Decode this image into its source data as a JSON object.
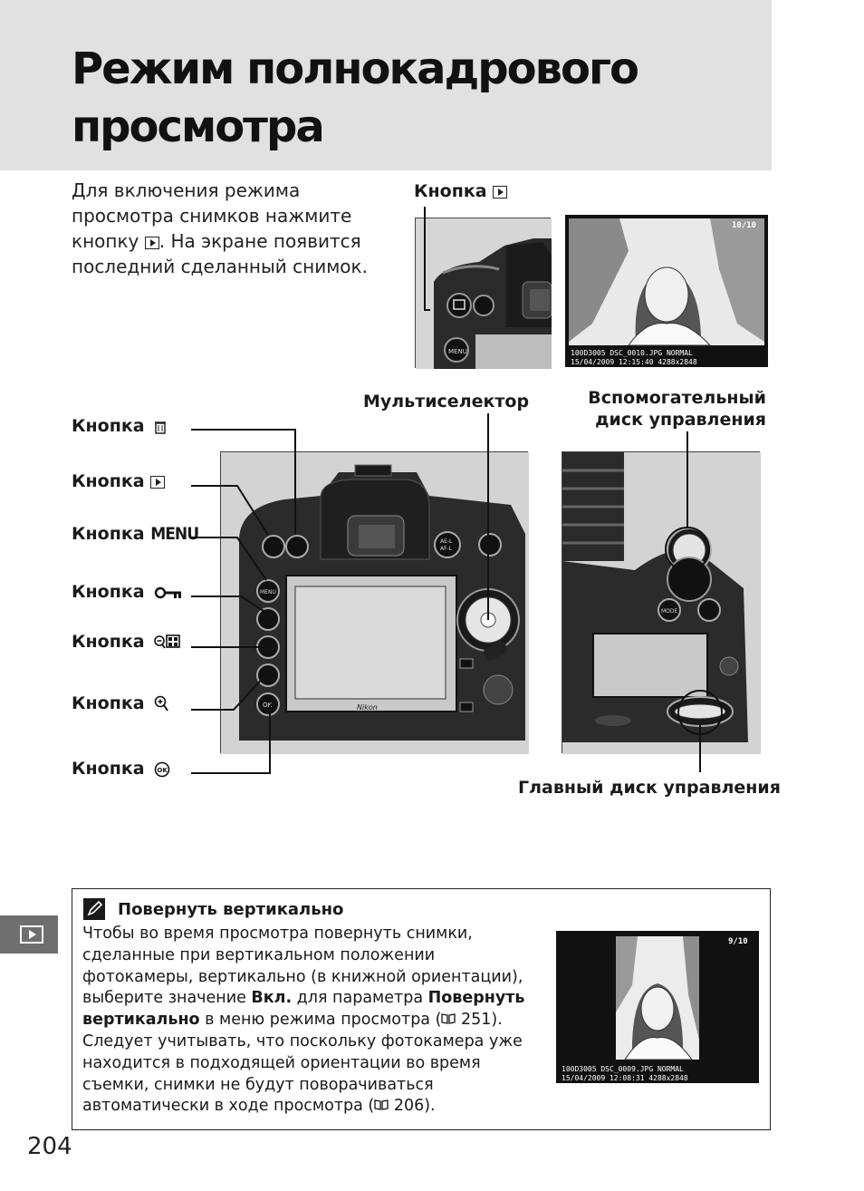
{
  "page": {
    "title_line1": "Режим полнокадрового",
    "title_line2": "просмотра",
    "intro_line1": "Для включения режима",
    "intro_line2": "просмотра снимков нажмите",
    "intro_line3_pre": "кнопку ",
    "intro_line3_post": ". На экране появится",
    "intro_line4": "последний сделанный снимок.",
    "page_number": "204"
  },
  "top_figure": {
    "button_label": "Кнопка",
    "screen_counter": "10/10",
    "screen_info_row1": "100D3005    DSC_0010.JPG     NORMAL",
    "screen_info_row2": "15/04/2009  12:15:40    4288x2848"
  },
  "labels": {
    "multiselector": "Мультиселектор",
    "sub_dial_line1": "Вспомогательный",
    "sub_dial_line2": "диск управления",
    "main_dial": "Главный диск управления",
    "btn_delete": "Кнопка",
    "btn_play": "Кнопка",
    "btn_menu": "Кнопка",
    "btn_menu_glyph": "MENU",
    "btn_protect": "Кнопка",
    "btn_thumb": "Кнопка",
    "btn_zoom": "Кнопка",
    "btn_ok": "Кнопка"
  },
  "note": {
    "title": "Повернуть вертикально",
    "p1": "Чтобы во время просмотра повернуть снимки, сделанные при вертикальном положении фотокамеры, вертикально (в книжной ориентации), выберите значение ",
    "bold1": "Вкл.",
    "p2": " для параметра ",
    "bold2": "Повернуть вертикально",
    "p3": " в меню режима просмотра (",
    "ref1": " 251). Следует учитывать, что поскольку фотокамера уже находится в подходящей ориентации во время съемки, снимки не будут поворачиваться автоматически в ходе просмотра (",
    "ref2": " 206).",
    "screen_counter": "9/10",
    "screen_info_row1": "100D3005   DSC_0009.JPG    NORMAL",
    "screen_info_row2": "15/04/2009 12:08:31   4288x2848"
  },
  "colors": {
    "header_band": "#e1e1e1",
    "side_tab": "#6f6f6f",
    "figure_bg": "#d3d3d3"
  }
}
